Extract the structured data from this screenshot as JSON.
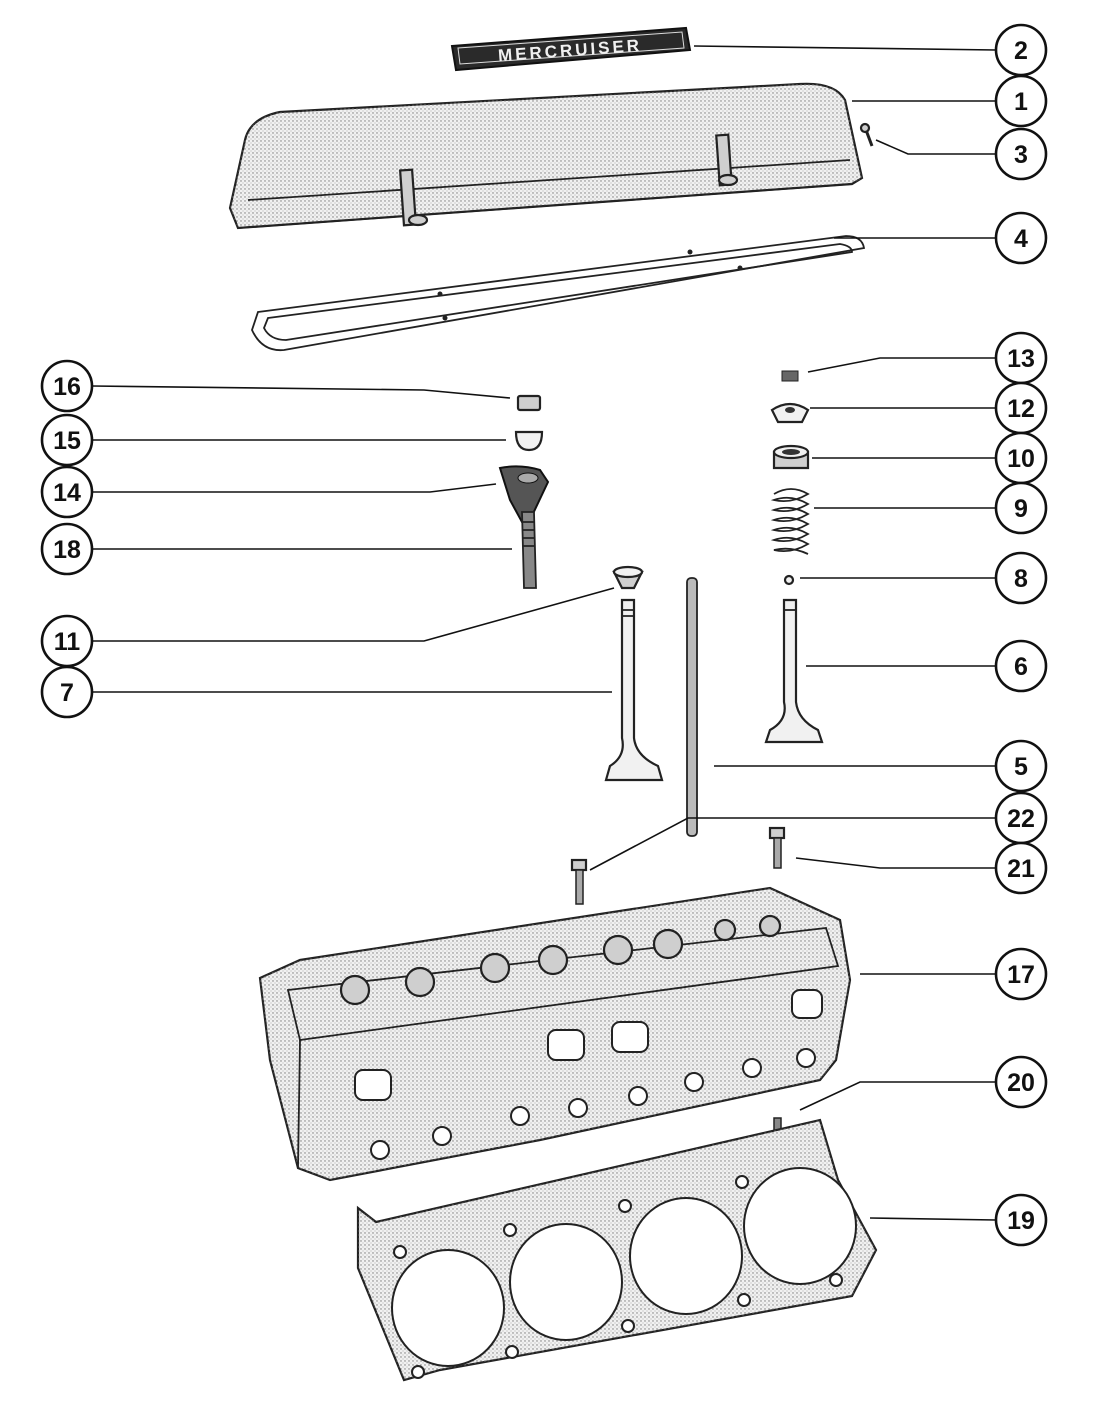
{
  "emblem": {
    "text": "MERCRUISER"
  },
  "callouts": [
    {
      "number": "1",
      "part": "rocker-cover"
    },
    {
      "number": "2",
      "part": "emblem"
    },
    {
      "number": "3",
      "part": "cover-screw"
    },
    {
      "number": "4",
      "part": "cover-gasket"
    },
    {
      "number": "5",
      "part": "push-rod"
    },
    {
      "number": "6",
      "part": "exhaust-valve"
    },
    {
      "number": "7",
      "part": "intake-valve"
    },
    {
      "number": "8",
      "part": "valve-stem-seal"
    },
    {
      "number": "9",
      "part": "valve-spring"
    },
    {
      "number": "10",
      "part": "spring-shield"
    },
    {
      "number": "11",
      "part": "intake-spring-cap"
    },
    {
      "number": "12",
      "part": "exhaust-spring-cap"
    },
    {
      "number": "13",
      "part": "valve-lock"
    },
    {
      "number": "14",
      "part": "rocker-arm"
    },
    {
      "number": "15",
      "part": "rocker-ball"
    },
    {
      "number": "16",
      "part": "rocker-nut"
    },
    {
      "number": "17",
      "part": "cylinder-head"
    },
    {
      "number": "18",
      "part": "rocker-stud"
    },
    {
      "number": "19",
      "part": "head-gasket"
    },
    {
      "number": "20",
      "part": "head-pin"
    },
    {
      "number": "21",
      "part": "short-head-bolt"
    },
    {
      "number": "22",
      "part": "long-head-bolt"
    }
  ]
}
